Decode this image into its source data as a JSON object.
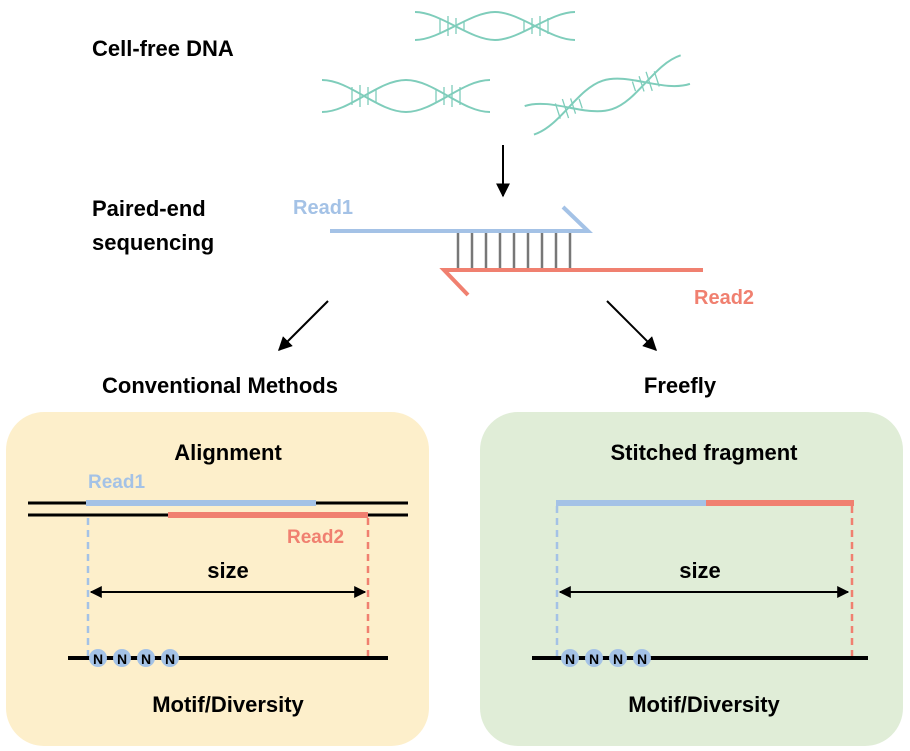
{
  "labels": {
    "cfdna": "Cell-free DNA",
    "pe_line1": "Paired-end",
    "pe_line2": "sequencing",
    "read1": "Read1",
    "read2": "Read2",
    "conventional": "Conventional Methods",
    "freefly": "Freefly"
  },
  "left_panel": {
    "title": "Alignment",
    "read1": "Read1",
    "read2": "Read2",
    "size": "size",
    "motif_bases": [
      "N",
      "N",
      "N",
      "N"
    ],
    "footer": "Motif/Diversity"
  },
  "right_panel": {
    "title": "Stitched fragment",
    "size": "size",
    "motif_bases": [
      "N",
      "N",
      "N",
      "N"
    ],
    "footer": "Motif/Diversity"
  },
  "colors": {
    "read1": "#a4c2e6",
    "read2": "#f08070",
    "helix": "#7fcdbb",
    "left_panel_bg": "#fdefcb",
    "right_panel_bg": "#e0edd7",
    "motif_bead": "#a4c2e6"
  }
}
